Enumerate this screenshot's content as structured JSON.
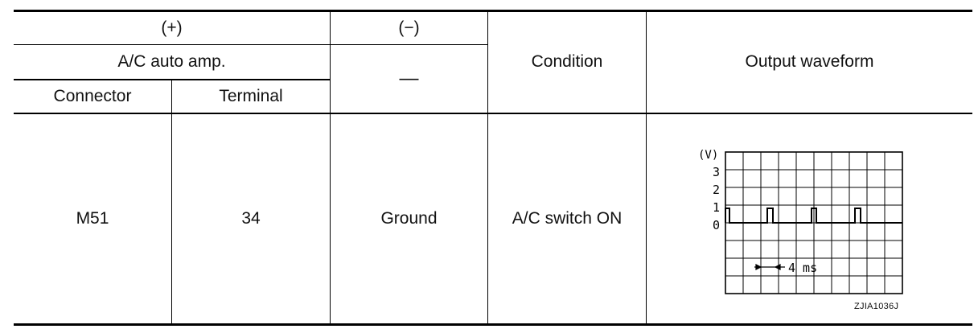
{
  "table": {
    "header": {
      "plus": "(+)",
      "minus": "(−)",
      "amp": "A/C auto amp.",
      "minus_value": "—",
      "connector": "Connector",
      "terminal": "Terminal",
      "condition": "Condition",
      "waveform": "Output waveform"
    },
    "row": {
      "connector": "M51",
      "terminal": "34",
      "ground": "Ground",
      "condition": "A/C switch ON"
    }
  },
  "waveform": {
    "unit_label": "(V)",
    "y_ticks": [
      "3",
      "2",
      "1",
      "0"
    ],
    "scale_label": "4 ms",
    "signal_levels_volts": {
      "low": 0,
      "high": 1
    },
    "figure_code": "ZJIA1036J"
  }
}
